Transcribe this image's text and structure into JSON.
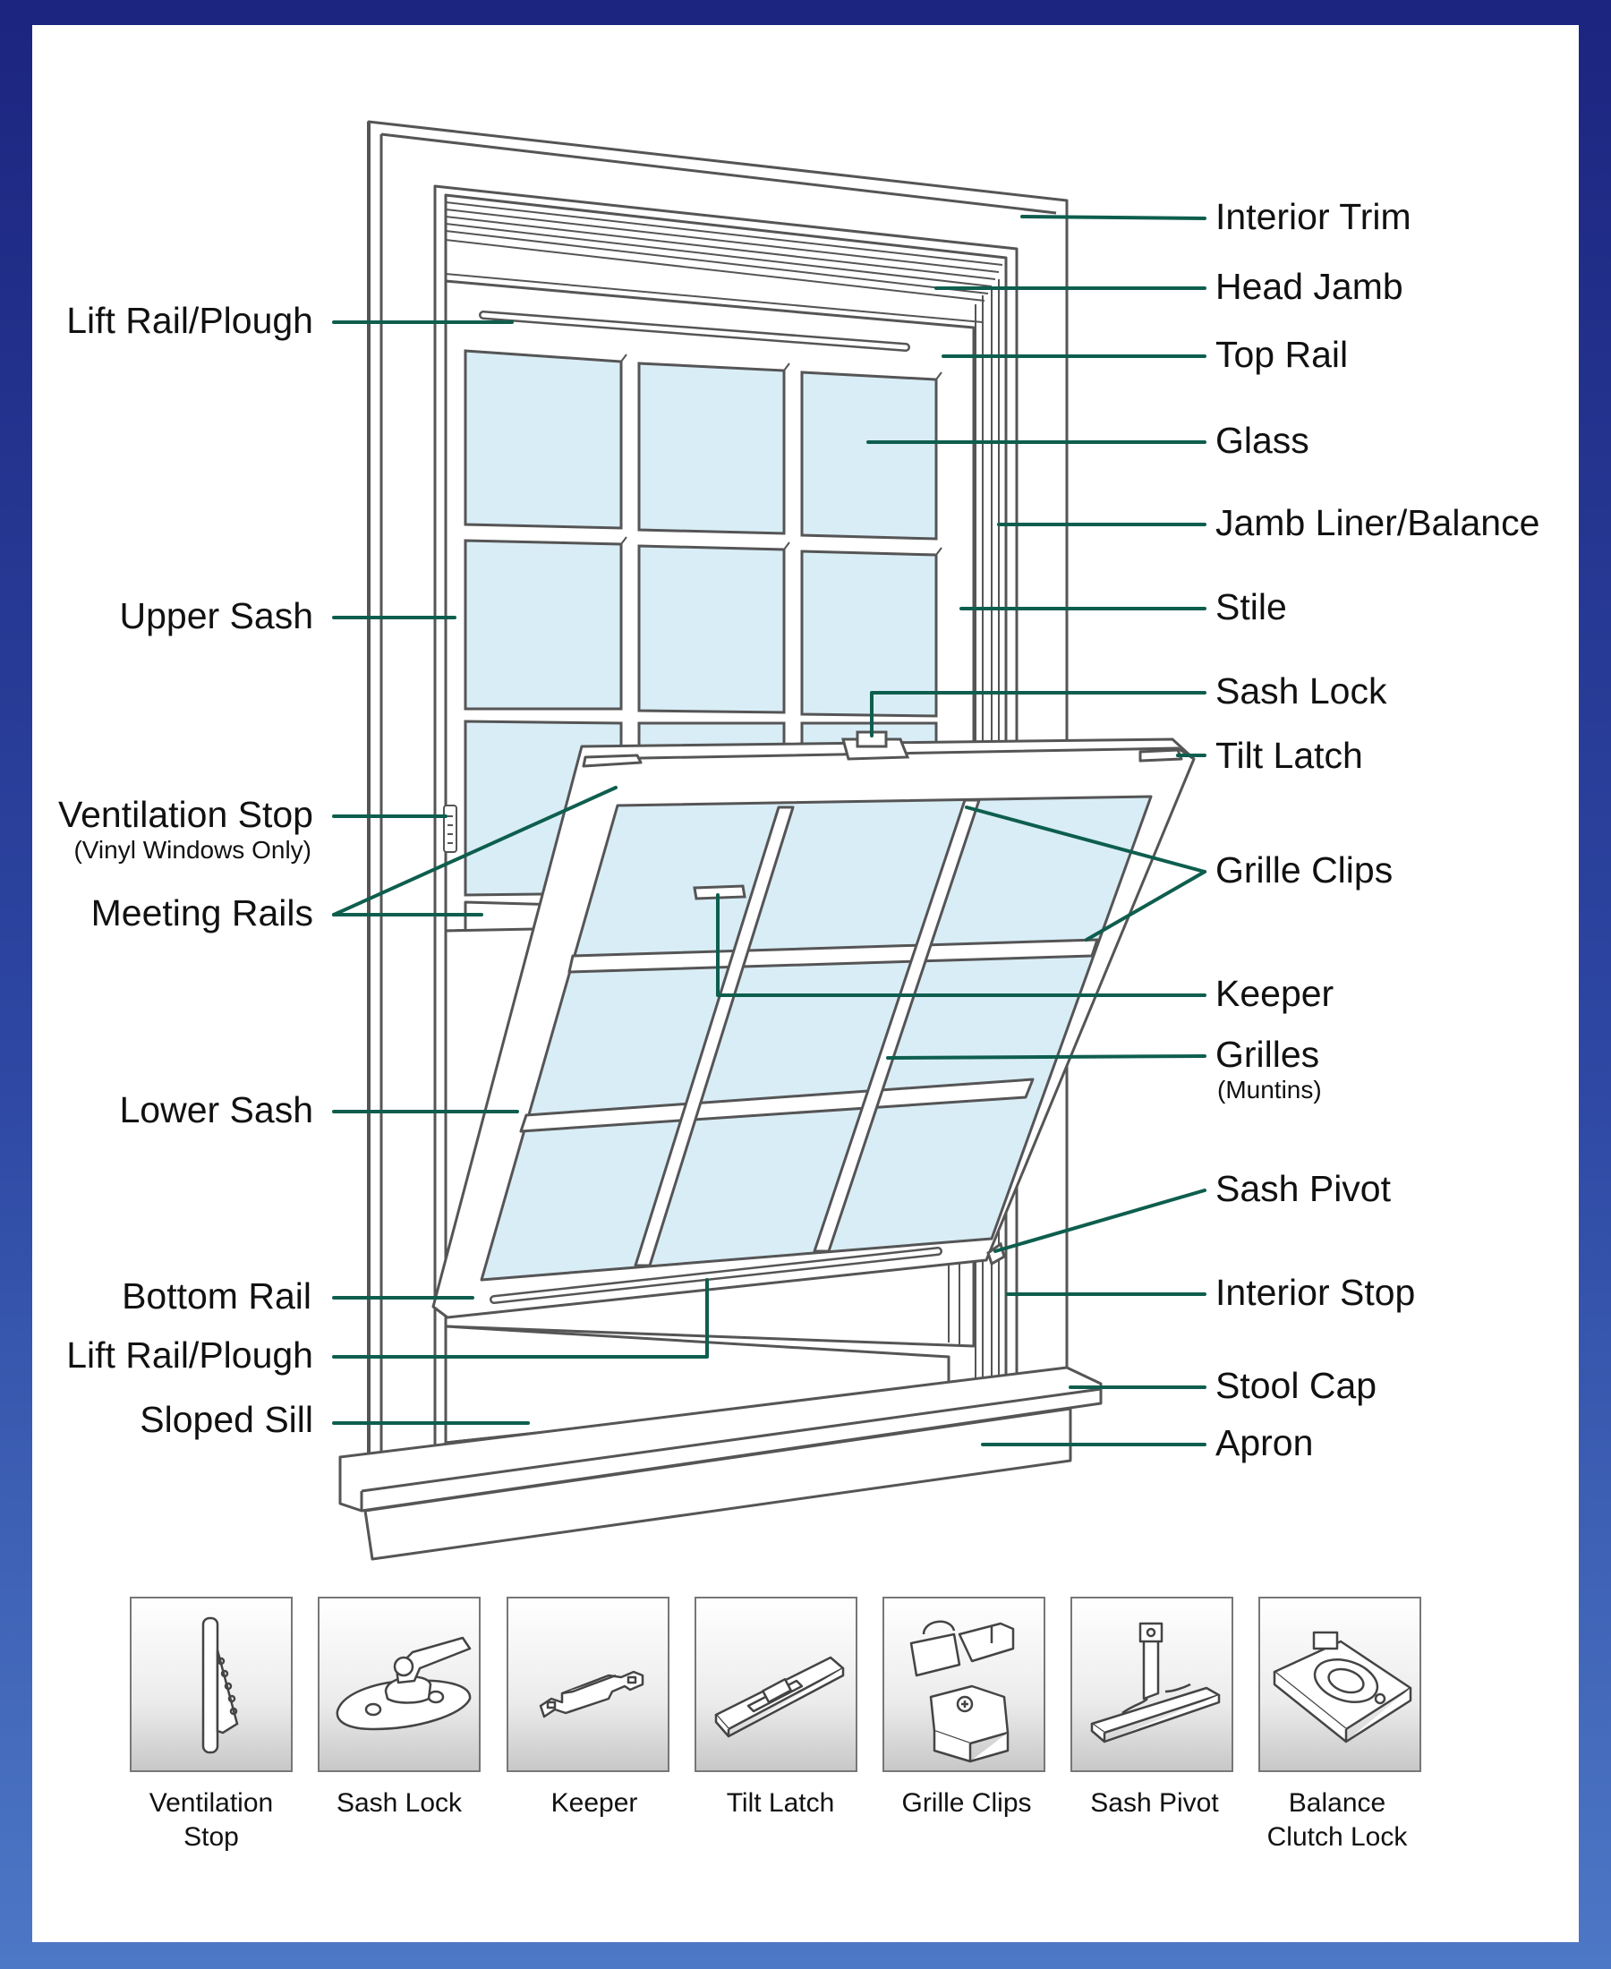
{
  "colors": {
    "leader": "#0e5e4e",
    "glass": "#d9edf7",
    "frame_stroke": "#555555",
    "background": "#1c2580"
  },
  "labels_left": [
    {
      "key": "lift_rail_top",
      "text": "Lift Rail/Plough"
    },
    {
      "key": "upper_sash",
      "text": "Upper Sash"
    },
    {
      "key": "ventilation_stop",
      "text": "Ventilation Stop",
      "sub": "(Vinyl Windows Only)"
    },
    {
      "key": "meeting_rails",
      "text": "Meeting Rails"
    },
    {
      "key": "lower_sash",
      "text": "Lower Sash"
    },
    {
      "key": "bottom_rail",
      "text": "Bottom Rail"
    },
    {
      "key": "lift_rail_bottom",
      "text": "Lift Rail/Plough"
    },
    {
      "key": "sloped_sill",
      "text": "Sloped Sill"
    }
  ],
  "labels_right": [
    {
      "key": "interior_trim",
      "text": "Interior Trim"
    },
    {
      "key": "head_jamb",
      "text": "Head Jamb"
    },
    {
      "key": "top_rail",
      "text": "Top Rail"
    },
    {
      "key": "glass",
      "text": "Glass"
    },
    {
      "key": "jamb_liner",
      "text": "Jamb Liner/Balance"
    },
    {
      "key": "stile",
      "text": "Stile"
    },
    {
      "key": "sash_lock",
      "text": "Sash Lock"
    },
    {
      "key": "tilt_latch",
      "text": "Tilt Latch"
    },
    {
      "key": "grille_clips",
      "text": "Grille Clips"
    },
    {
      "key": "keeper",
      "text": "Keeper"
    },
    {
      "key": "grilles",
      "text": "Grilles",
      "sub": "(Muntins)"
    },
    {
      "key": "sash_pivot",
      "text": "Sash Pivot"
    },
    {
      "key": "interior_stop",
      "text": "Interior Stop"
    },
    {
      "key": "stool_cap",
      "text": "Stool Cap"
    },
    {
      "key": "apron",
      "text": "Apron"
    }
  ],
  "parts": [
    {
      "key": "ventilation_stop",
      "line1": "Ventilation",
      "line2": "Stop",
      "icon": "ventilation-stop-icon"
    },
    {
      "key": "sash_lock",
      "line1": "Sash Lock",
      "line2": "",
      "icon": "sash-lock-icon"
    },
    {
      "key": "keeper",
      "line1": "Keeper",
      "line2": "",
      "icon": "keeper-icon"
    },
    {
      "key": "tilt_latch",
      "line1": "Tilt Latch",
      "line2": "",
      "icon": "tilt-latch-icon"
    },
    {
      "key": "grille_clips",
      "line1": "Grille Clips",
      "line2": "",
      "icon": "grille-clips-icon"
    },
    {
      "key": "sash_pivot",
      "line1": "Sash Pivot",
      "line2": "",
      "icon": "sash-pivot-icon"
    },
    {
      "key": "balance_clutch_lock",
      "line1": "Balance",
      "line2": "Clutch Lock",
      "icon": "balance-clutch-lock-icon"
    }
  ]
}
